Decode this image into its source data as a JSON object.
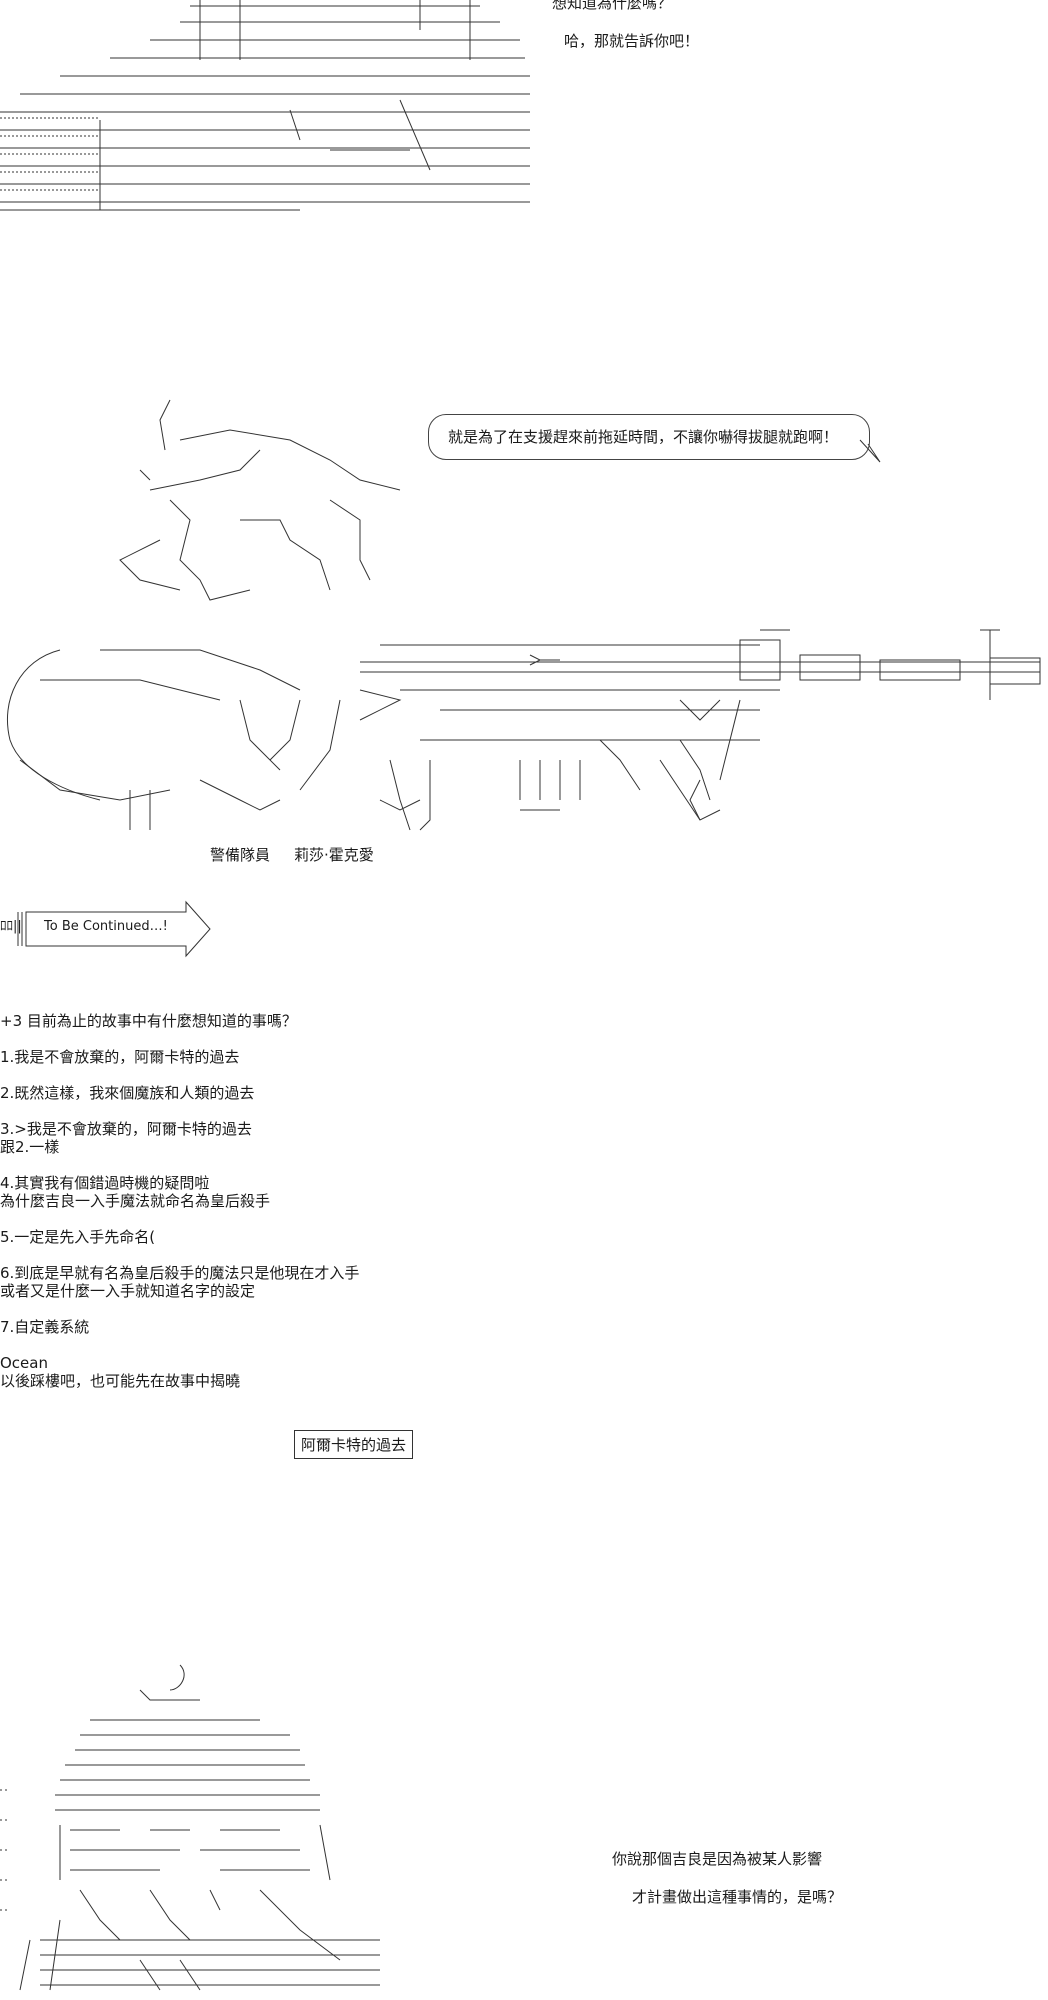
{
  "top_dialogue": {
    "line1": "想知道為什麼嗎？",
    "line2": "哈，那就告訴你吧！"
  },
  "speech_bubble": {
    "text": "就是為了在支援趕來前拖延時間，不讓你嚇得拔腿就跑啊！"
  },
  "caption": {
    "role": "警備隊員",
    "name": "莉莎·霍克愛"
  },
  "banner": {
    "prefix": "ﾛﾛ||",
    "text": "To Be Continued…!"
  },
  "options": {
    "header": "+3 目前為止的故事中有什麼想知道的事嗎？",
    "items": [
      "1.我是不會放棄的，阿爾卡特的過去",
      "2.既然這樣，我來個魔族和人類的過去",
      "3.>我是不會放棄的，阿爾卡特的過去",
      "跟2.一樣",
      "4.其實我有個錯過時機的疑問啦",
      "為什麼吉良一入手魔法就命名為皇后殺手",
      "5.一定是先入手先命名(",
      "6.到底是早就有名為皇后殺手的魔法只是他現在才入手",
      "或者又是什麼一入手就知道名字的設定",
      "7.自定義系統",
      "Ocean",
      "以後踩樓吧，也可能先在故事中揭曉"
    ]
  },
  "selected_box": {
    "text": "阿爾卡特的過去"
  },
  "bottom_dialogue": {
    "line1": "你說那個吉良是因為被某人影響",
    "line2": "才計畫做出這種事情的，是嗎？"
  },
  "colors": {
    "ink": "#1a1a1a",
    "background": "#ffffff"
  }
}
